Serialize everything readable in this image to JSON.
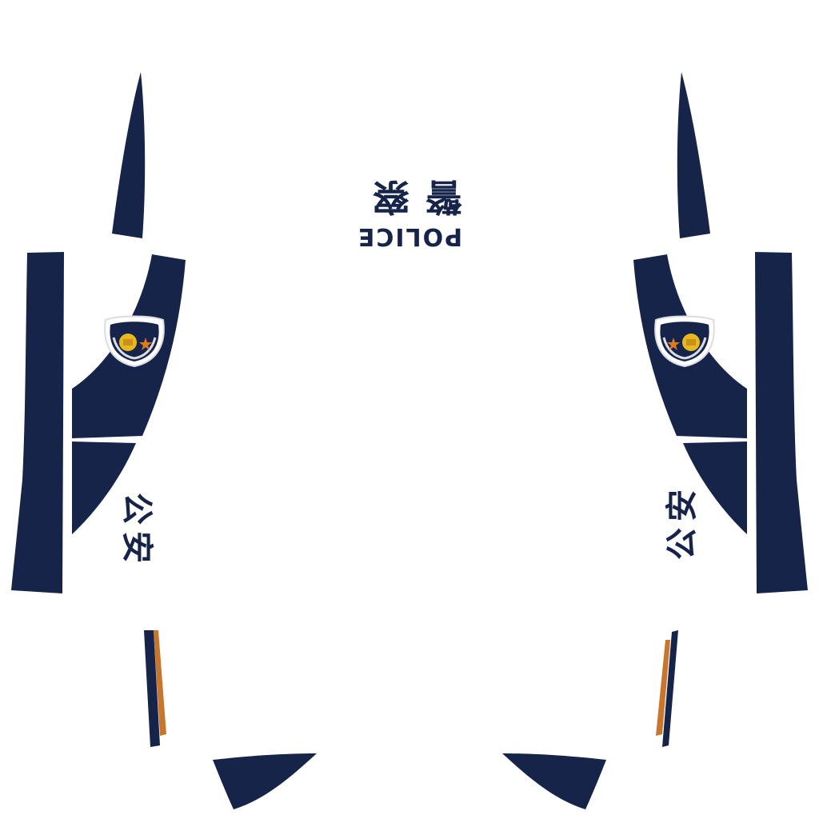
{
  "texture": {
    "type": "uniform-uv-texture",
    "colors": {
      "base": "#ffffff",
      "navy": "#17244a",
      "stripe_orange": "#c8762e",
      "badge_gold": "#e8b823",
      "badge_star": "#e07a1f",
      "badge_silver": "#d9dde3"
    },
    "back_print": {
      "chinese": "警察",
      "english": "POLICE",
      "orientation": "upside-down"
    },
    "sleeve_print": {
      "left": "公安",
      "right": "公安"
    },
    "badges": {
      "left": "police-emblem",
      "right": "police-emblem"
    }
  }
}
